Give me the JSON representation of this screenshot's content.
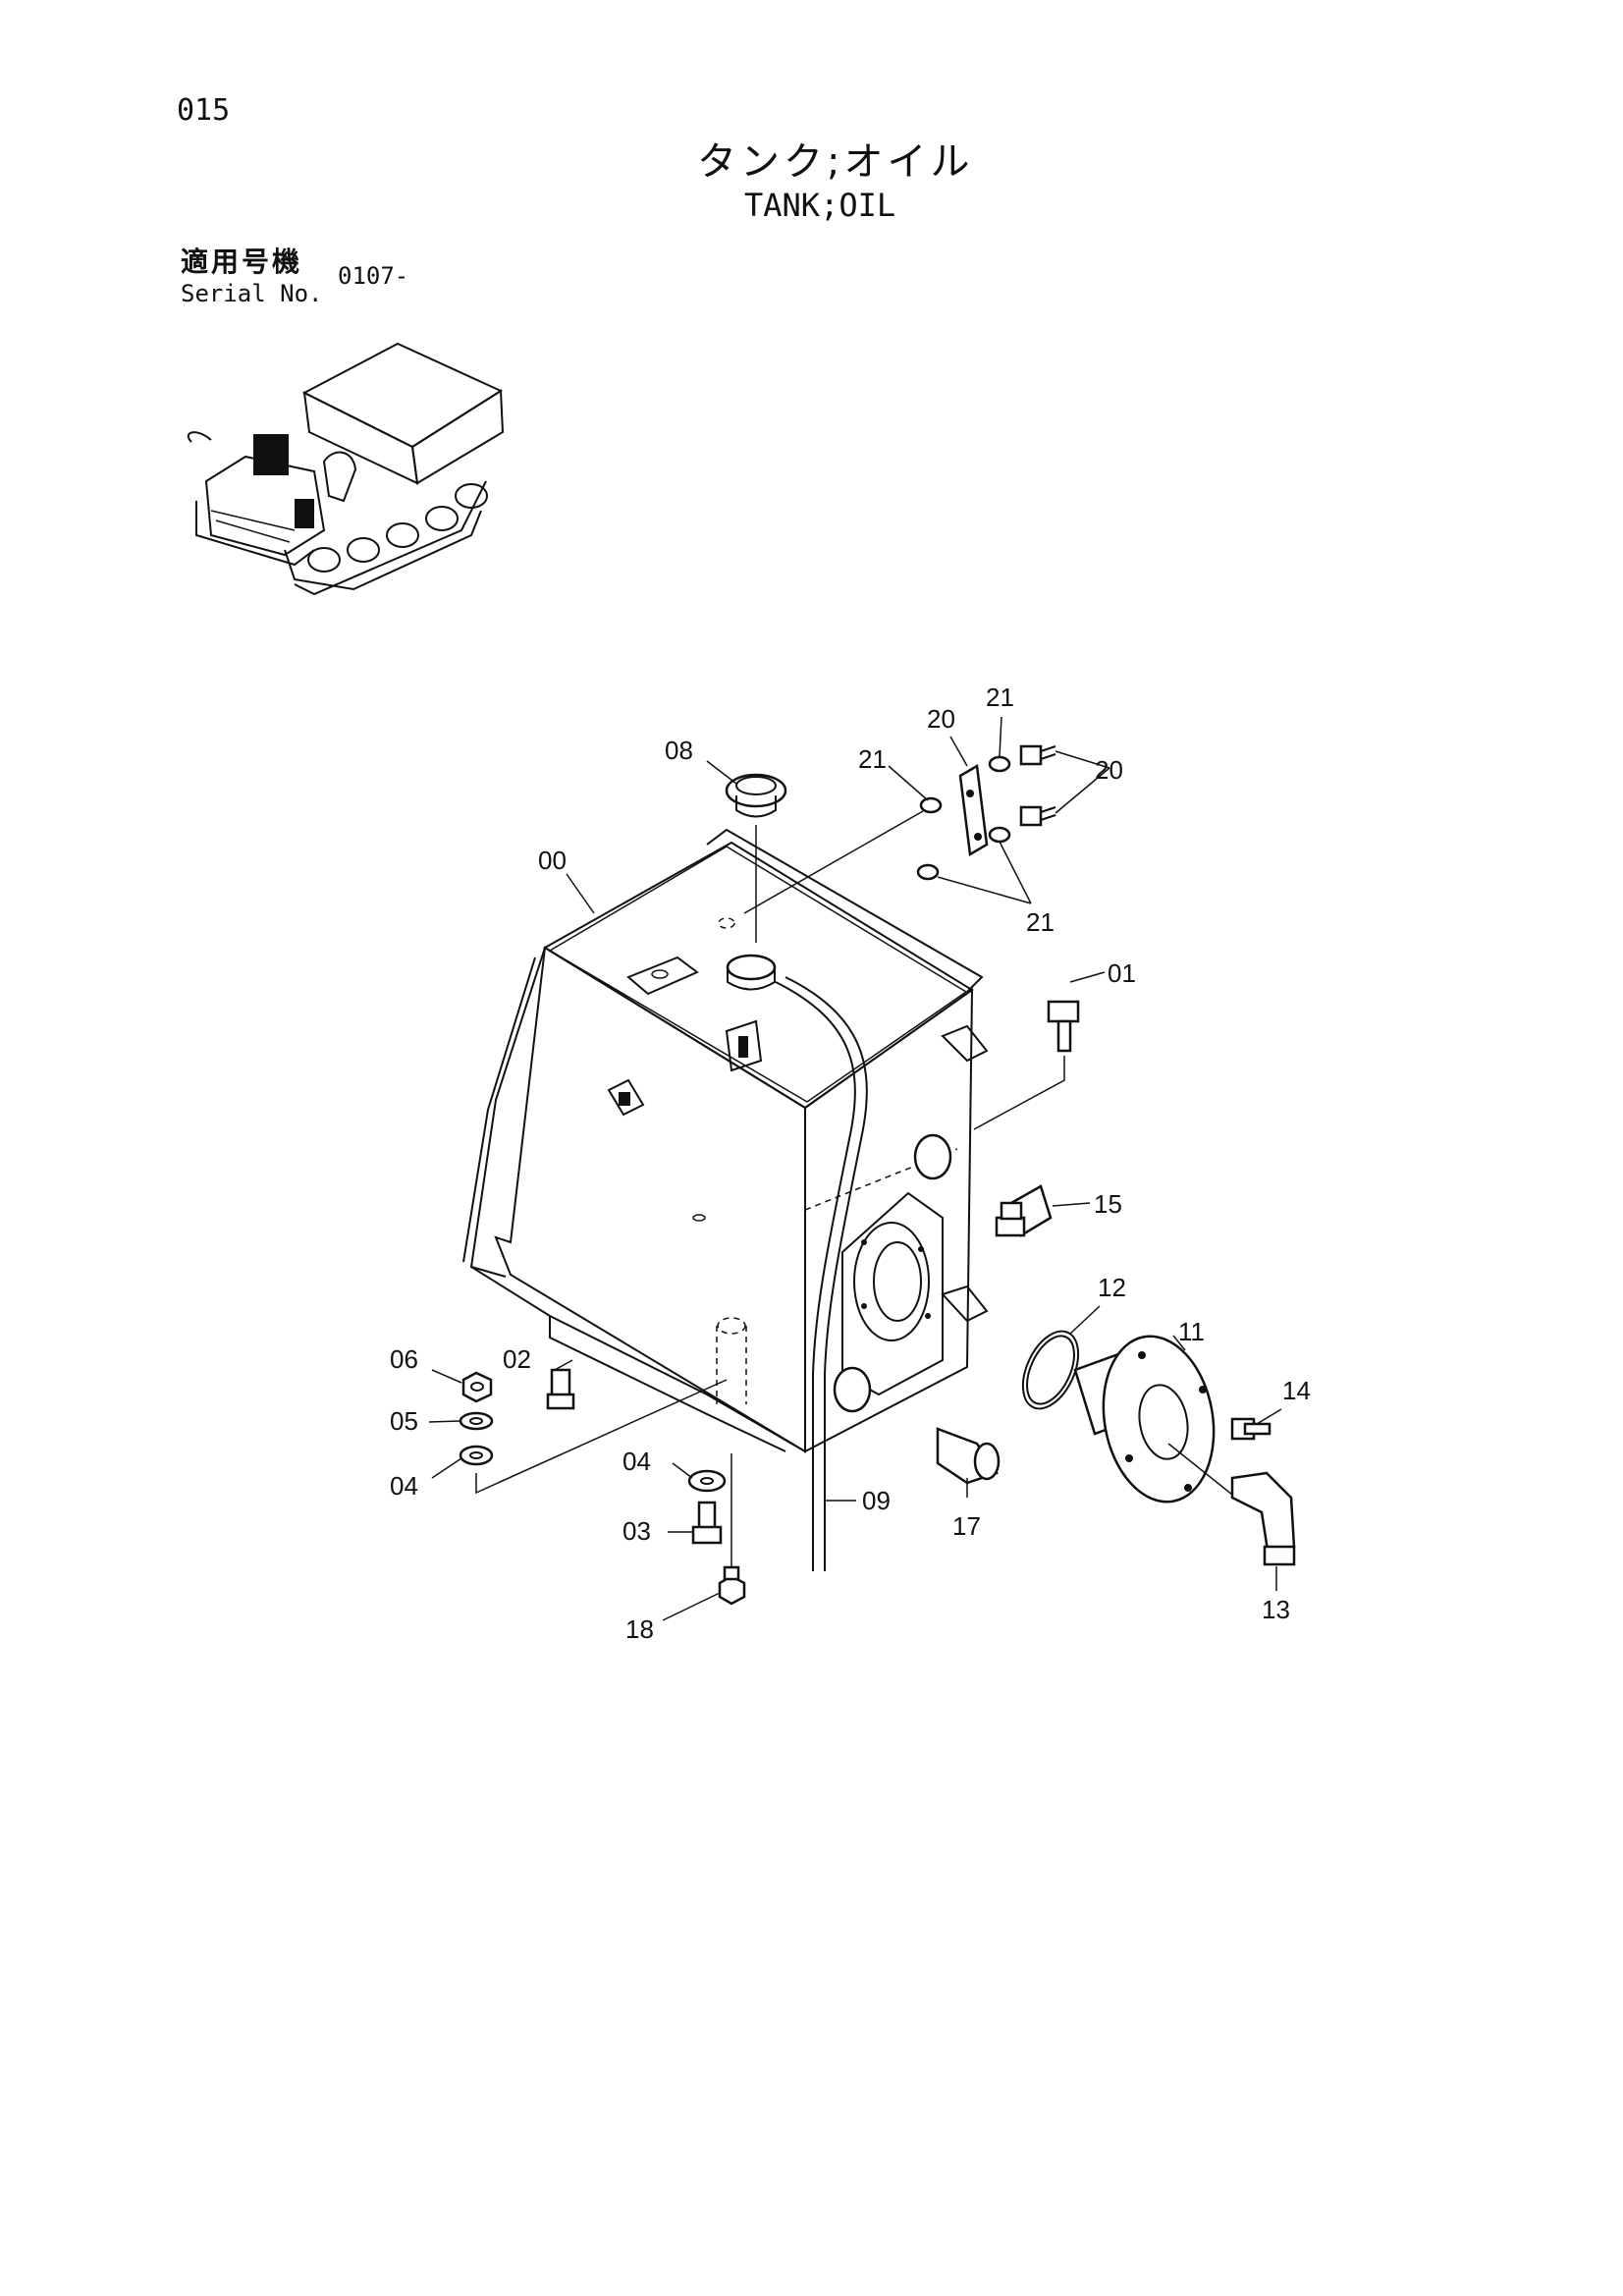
{
  "page": {
    "number": "015"
  },
  "title": {
    "japanese": "タンク;オイル",
    "english": "TANK;OIL"
  },
  "serial": {
    "label_jp": "適用号機",
    "label_en": "Serial No.",
    "value": "0107-"
  },
  "callouts": [
    {
      "id": "c00",
      "label": "00"
    },
    {
      "id": "c01",
      "label": "01"
    },
    {
      "id": "c02",
      "label": "02"
    },
    {
      "id": "c03",
      "label": "03"
    },
    {
      "id": "c04a",
      "label": "04"
    },
    {
      "id": "c04b",
      "label": "04"
    },
    {
      "id": "c05",
      "label": "05"
    },
    {
      "id": "c06",
      "label": "06"
    },
    {
      "id": "c08",
      "label": "08"
    },
    {
      "id": "c09",
      "label": "09"
    },
    {
      "id": "c11",
      "label": "11"
    },
    {
      "id": "c12",
      "label": "12"
    },
    {
      "id": "c13",
      "label": "13"
    },
    {
      "id": "c14",
      "label": "14"
    },
    {
      "id": "c15",
      "label": "15"
    },
    {
      "id": "c17",
      "label": "17"
    },
    {
      "id": "c18",
      "label": "18"
    },
    {
      "id": "c20a",
      "label": "20"
    },
    {
      "id": "c20b",
      "label": "20"
    },
    {
      "id": "c21a",
      "label": "21"
    },
    {
      "id": "c21b",
      "label": "21"
    },
    {
      "id": "c21c",
      "label": "21"
    }
  ]
}
